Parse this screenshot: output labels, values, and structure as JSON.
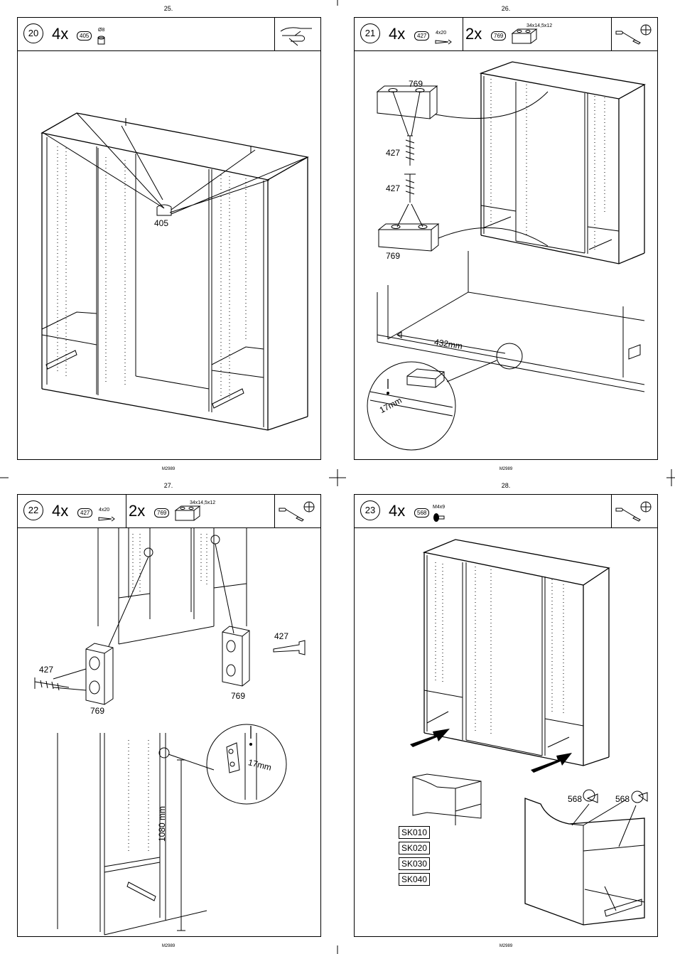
{
  "pages": [
    {
      "number": "25.",
      "code": "M2989",
      "step": "20",
      "parts": [
        {
          "qty": "4x",
          "part": "405",
          "spec": "Ø8"
        }
      ],
      "labels": [
        "405"
      ]
    },
    {
      "number": "26.",
      "code": "M2989",
      "step": "21",
      "parts": [
        {
          "qty": "4x",
          "part": "427",
          "spec": "4x20"
        },
        {
          "qty": "2x",
          "part": "769",
          "spec": "34x14,5x12"
        }
      ],
      "labels": [
        "769",
        "427",
        "427",
        "769"
      ],
      "measure": "432mm",
      "detail": "17mm"
    },
    {
      "number": "27.",
      "code": "M2989",
      "step": "22",
      "parts": [
        {
          "qty": "4x",
          "part": "427",
          "spec": "4x20"
        },
        {
          "qty": "2x",
          "part": "769",
          "spec": "34x14,5x12"
        }
      ],
      "labels": [
        "427",
        "769",
        "427",
        "769"
      ],
      "measure": "1080 mm",
      "detail": "17mm"
    },
    {
      "number": "28.",
      "code": "M2989",
      "step": "23",
      "parts": [
        {
          "qty": "4x",
          "part": "568",
          "spec": "M4x9"
        }
      ],
      "labels": [
        "568",
        "568"
      ],
      "drawers": [
        "SK010",
        "SK020",
        "SK030",
        "SK040"
      ]
    }
  ],
  "icons": {
    "p1_tool": "hand-press-icon",
    "tools": "screwdriver-icon"
  }
}
